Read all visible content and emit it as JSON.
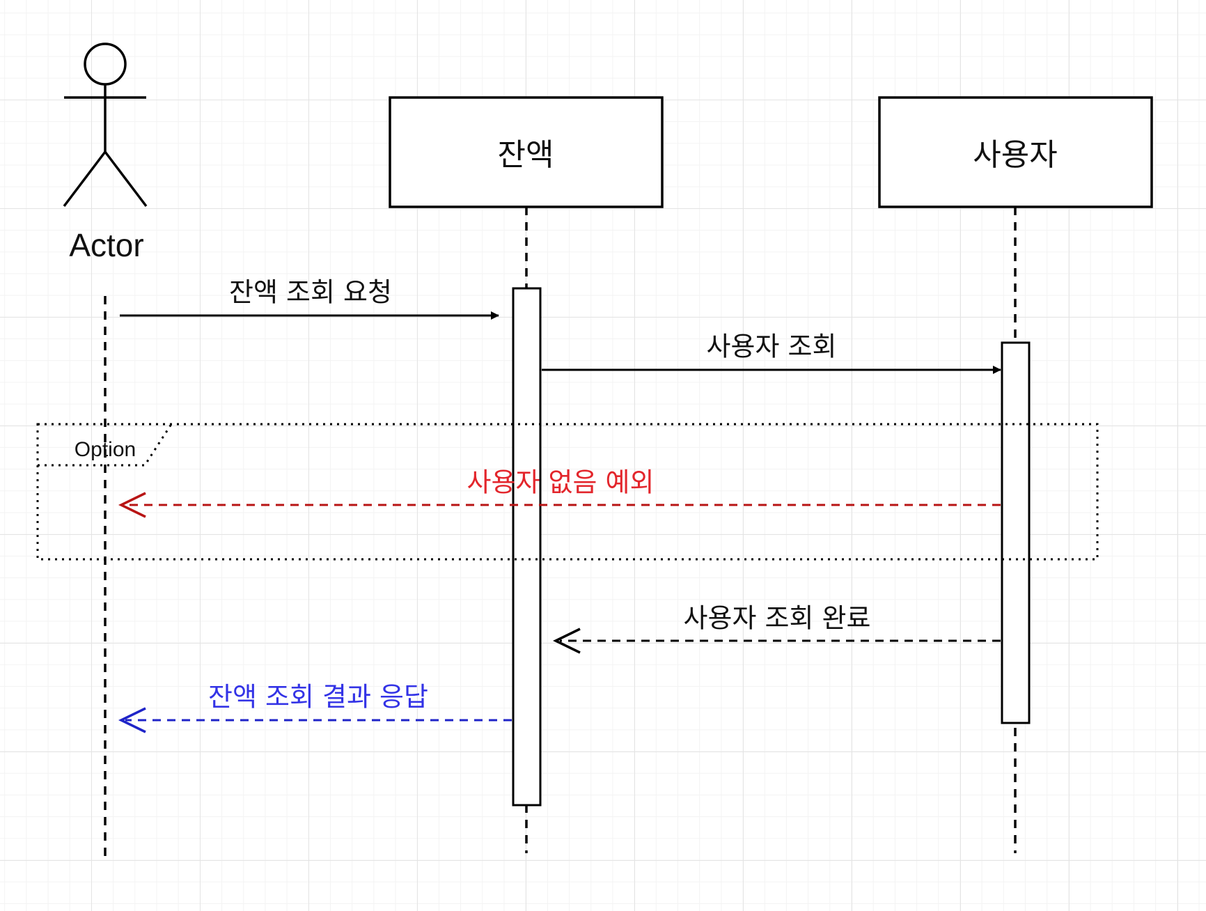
{
  "actor": {
    "name": "Actor"
  },
  "participants": [
    {
      "id": "balance",
      "label": "잔액"
    },
    {
      "id": "user",
      "label": "사용자"
    }
  ],
  "messages": [
    {
      "id": "m1",
      "text": "잔액 조회 요청",
      "from": "Actor",
      "to": "잔액",
      "style": "sync",
      "color": "#000000"
    },
    {
      "id": "m2",
      "text": "사용자 조회",
      "from": "잔액",
      "to": "사용자",
      "style": "sync",
      "color": "#000000"
    },
    {
      "id": "m3",
      "text": "사용자 없음 예외",
      "from": "사용자",
      "to": "Actor",
      "style": "return",
      "color": "#e3262c",
      "line_color": "#b81414"
    },
    {
      "id": "m4",
      "text": "사용자 조회 완료",
      "from": "사용자",
      "to": "잔액",
      "style": "return",
      "color": "#000000"
    },
    {
      "id": "m5",
      "text": "잔액 조회 결과 응답",
      "from": "잔액",
      "to": "Actor",
      "style": "return",
      "color": "#3333e6",
      "line_color": "#1f24c8"
    }
  ],
  "fragment": {
    "label": "Option",
    "covers": [
      "m3"
    ]
  }
}
